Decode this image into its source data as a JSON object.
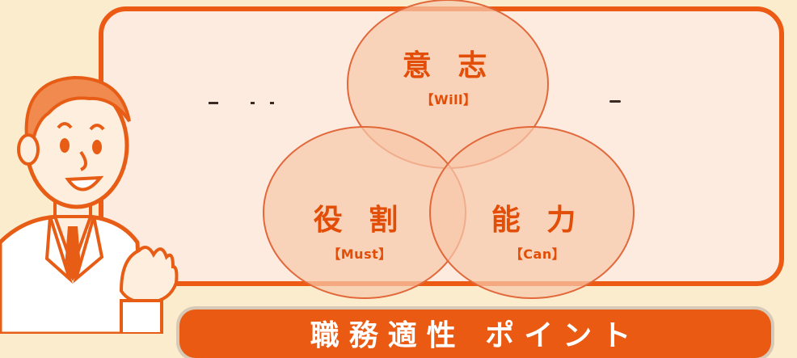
{
  "diagram": {
    "circles": [
      {
        "id": "will",
        "kanji": "意 志",
        "english": "【Will】"
      },
      {
        "id": "must",
        "kanji": "役 割",
        "english": "【Must】"
      },
      {
        "id": "can",
        "kanji": "能 力",
        "english": "【Can】"
      }
    ]
  },
  "banner": {
    "text": "職務適性 ポイント"
  },
  "colors": {
    "accent": "#ec5a14",
    "panel_fill": "#fdebe0",
    "background": "#fbeccd",
    "circle_fill": "#f7c8aa",
    "label_text": "#e24d07"
  }
}
